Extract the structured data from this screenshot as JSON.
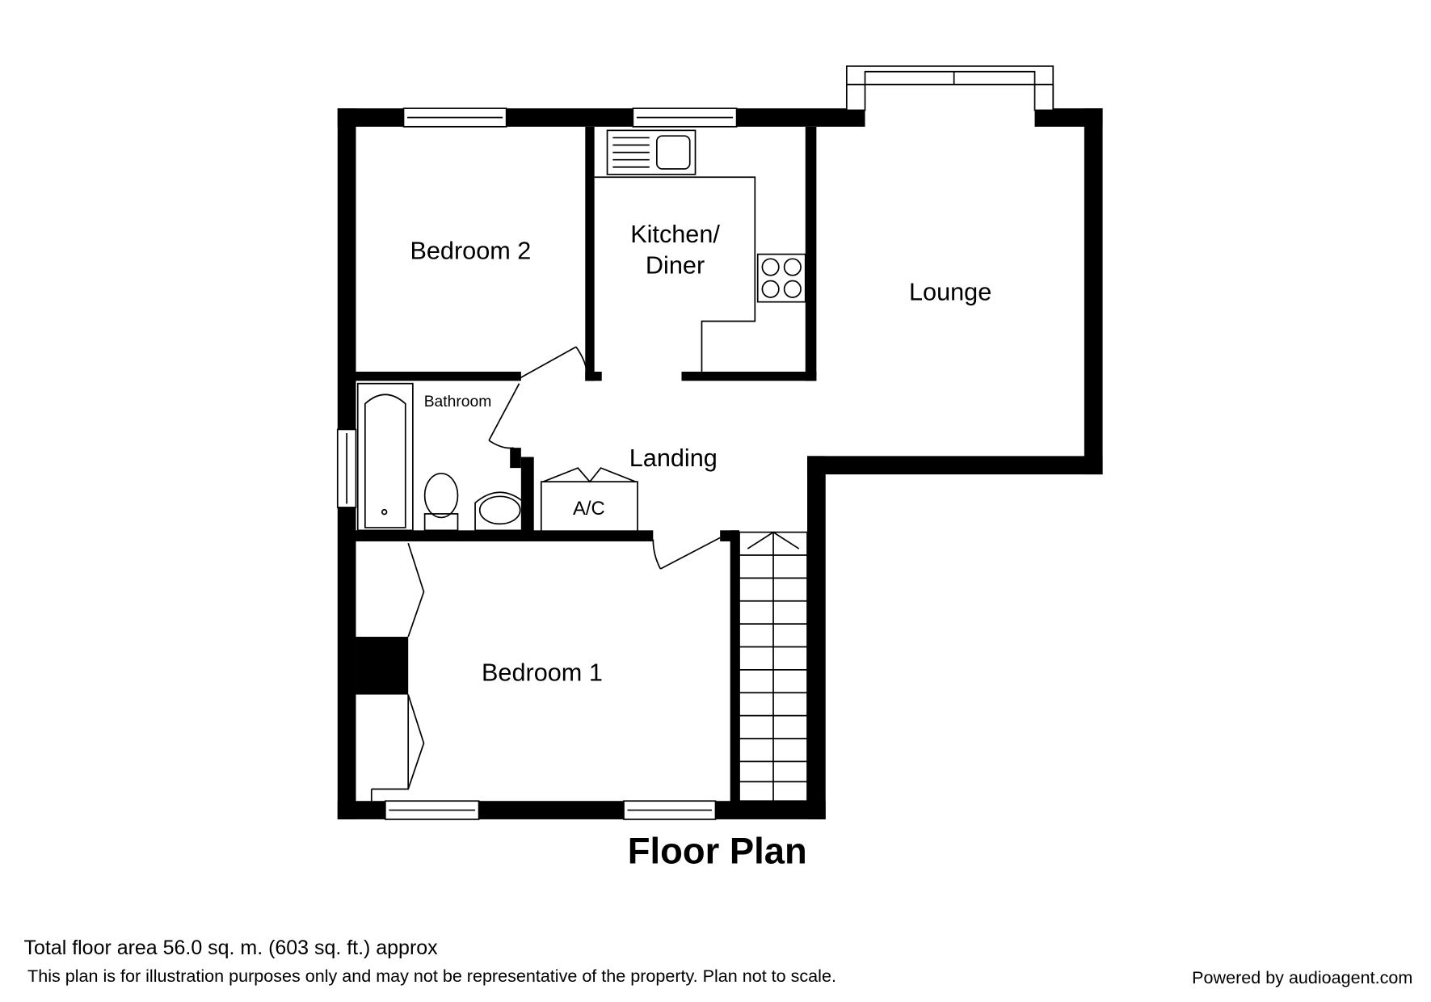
{
  "rooms": {
    "bedroom2": "Bedroom 2",
    "kitchen_line1": "Kitchen/",
    "kitchen_line2": "Diner",
    "lounge": "Lounge",
    "bathroom": "Bathroom",
    "landing": "Landing",
    "ac": "A/C",
    "bedroom1": "Bedroom 1"
  },
  "title": "Floor Plan",
  "footer": {
    "area": "Total floor area 56.0 sq. m. (603 sq. ft.) approx",
    "disclaimer": "This plan is for illustration purposes only and may not be representative of the property. Plan not to scale.",
    "powered": "Powered by audioagent.com"
  }
}
